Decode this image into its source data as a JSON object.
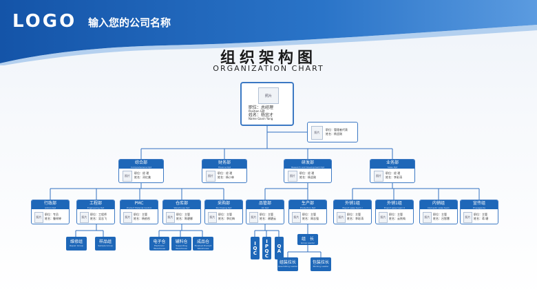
{
  "header": {
    "logo": "LOGO",
    "company": "输入您的公司名称"
  },
  "title": "组织架构图",
  "subtitle": "ORGANIZATION CHART",
  "photo_label": "照片",
  "gm": {
    "line1": "职位：总经理",
    "line1_en": "Position    GM",
    "line2": "姓名：杨宜才",
    "line2_en": "Name    Gavin Yang"
  },
  "assistant": {
    "line1": "职位：管理者代表",
    "line2": "姓名：杨坚刚"
  },
  "departments": [
    {
      "name": "综合部",
      "en": "Comprehensive Dpt",
      "line1": "职位：经 理",
      "line2": "姓名：邓红美"
    },
    {
      "name": "财务部",
      "en": "Finance Dpt",
      "line1": "职位：经 理",
      "line2": "姓名：杨小林"
    },
    {
      "name": "研发部",
      "en": "Research and Development Dpt",
      "line1": "职位：经 理",
      "line2": "姓名：杨坚刚"
    },
    {
      "name": "业务部",
      "en": "Sales Dpt",
      "line1": "职位：经 理",
      "line2": "姓名：李彩涛"
    }
  ],
  "sections": [
    {
      "name": "行政部",
      "en": "Admin Dpt",
      "line1": "职位：专员",
      "line2": "姓名：鲁梓婷"
    },
    {
      "name": "工程部",
      "en": "Engineering Dpt",
      "line1": "职位：工程师",
      "line2": "姓名：吴志飞"
    },
    {
      "name": "PMC",
      "en": "Product Material Control",
      "line1": "职位：主管",
      "line2": "姓名：杨依彤"
    },
    {
      "name": "仓库部",
      "en": "Warehouse Dpt",
      "line1": "职位：主管",
      "line2": "姓名：陈碧娜"
    },
    {
      "name": "采购部",
      "en": "Purchasing Dpt",
      "line1": "职位：主管",
      "line2": "姓名：李红梅"
    },
    {
      "name": "品管部",
      "en": "QC Dpt",
      "line1": "职位：主管",
      "line2": "姓名：谢碧云"
    },
    {
      "name": "生产部",
      "en": "Production Dpt",
      "line1": "职位：主管",
      "line2": "姓名：周志强"
    },
    {
      "name": "外销1组",
      "en": "Export sales team I",
      "line1": "职位：主管",
      "line2": "姓名：李彩涛"
    },
    {
      "name": "外销1组",
      "en": "Export sales team II",
      "line1": "职位：主管",
      "line2": "姓名：云秋纯"
    },
    {
      "name": "内销组",
      "en": "Domestic sales team",
      "line1": "职位：主管",
      "line2": "姓名：吕智慧"
    },
    {
      "name": "宣传组",
      "en": "Propaganda",
      "line1": "职位：主管",
      "line2": "姓名：蒋 珊"
    }
  ],
  "subunits": [
    {
      "name": "维修组",
      "en": "Repair Group"
    },
    {
      "name": "样品组",
      "en": "Sample Group"
    },
    {
      "name": "电子仓",
      "en": "Electronic Warehouse"
    },
    {
      "name": "辅料仓",
      "en": "Supporting Warehouse"
    },
    {
      "name": "成品仓",
      "en": "Finished Product Warehouse"
    }
  ],
  "qc_units": [
    "IQC",
    "IPQC",
    "QA"
  ],
  "group_leader": {
    "name": "组　长",
    "en": "Group Leader"
  },
  "line_leaders": [
    {
      "name": "组装拉长",
      "en": "Assembling Leader"
    },
    {
      "name": "包装拉长",
      "en": "Packing Leader"
    }
  ],
  "colors": {
    "primary": "#1e67b8",
    "line": "#2f6fc0",
    "banner": "#1a5fb4"
  }
}
